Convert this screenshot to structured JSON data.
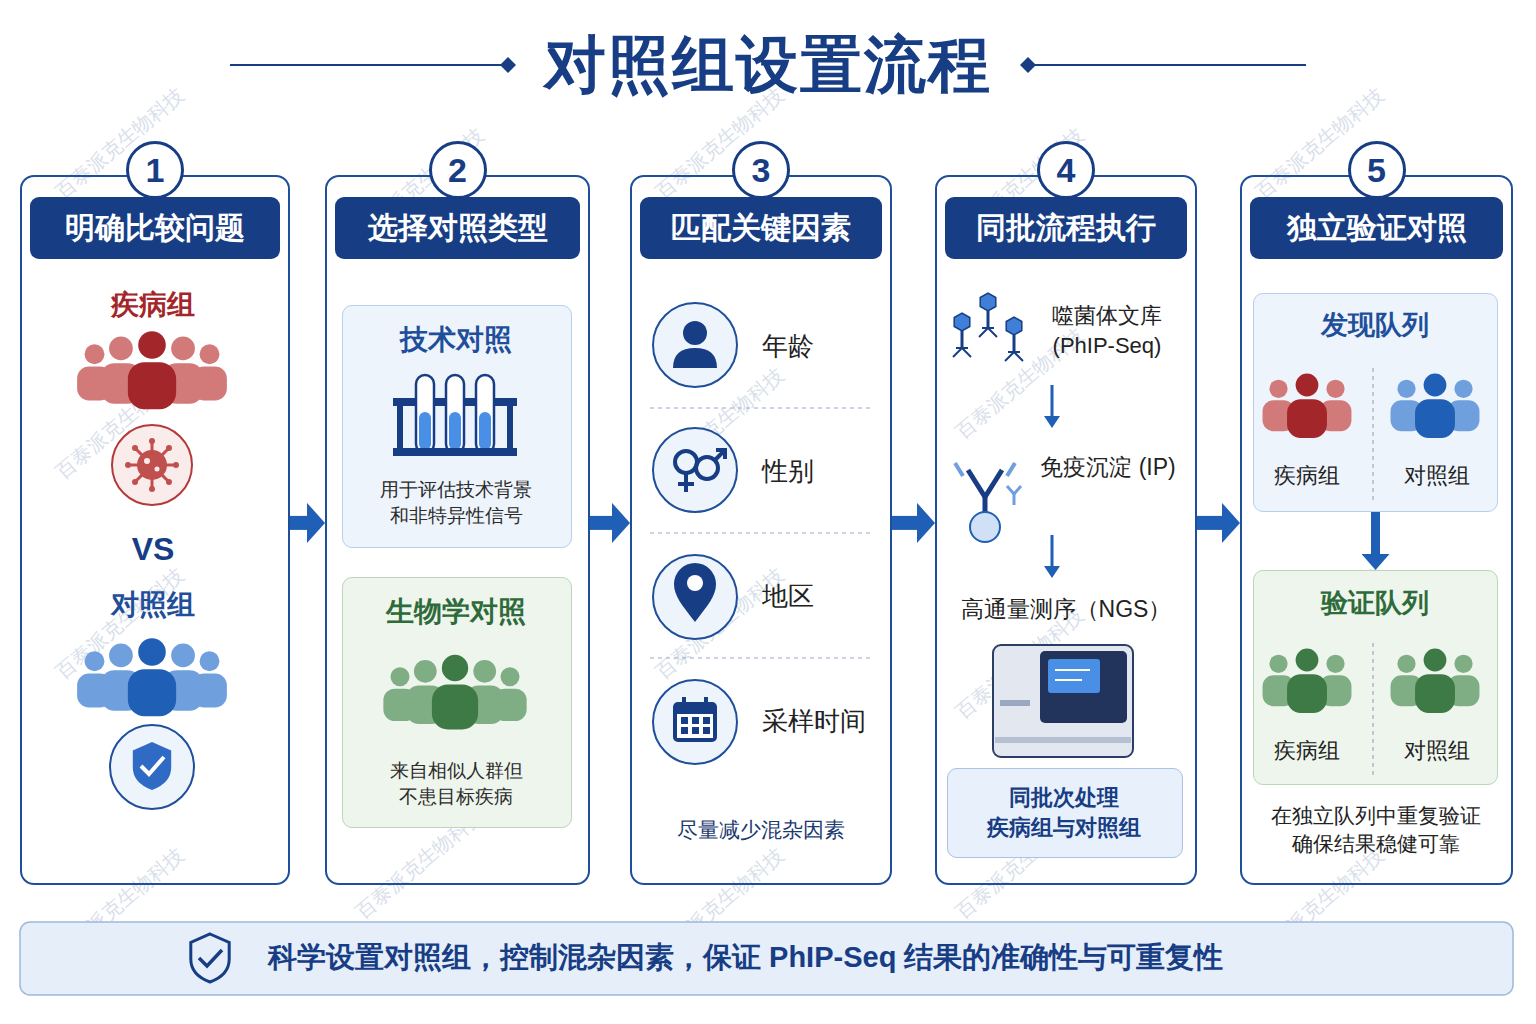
{
  "diagram": {
    "title": "对照组设置流程",
    "caption": "科学设置对照组，控制混杂因素，保证 PhIP-Seq 结果的准确性与可重复性",
    "nodes": [
      {
        "text": [
          "明确比较问题",
          "疾病组",
          "VS",
          "对照组"
        ]
      },
      {
        "text": [
          "1"
        ],
        "in": 0
      },
      {
        "text": [
          "选择对照类型"
        ]
      },
      {
        "text": [
          "2"
        ],
        "in": 2
      },
      {
        "text": [
          "技术对照",
          "用于评估技术背景 和非特异性信号"
        ],
        "in": 2
      },
      {
        "text": [
          "生物学对照",
          "来自相似人群但 不患目标疾病"
        ],
        "in": 2
      },
      {
        "text": [
          "匹配关键因素",
          "年龄",
          "性别",
          "地区",
          "采样时间",
          "尽量减少混杂因素"
        ]
      },
      {
        "text": [
          "3"
        ],
        "in": 6
      },
      {
        "text": [
          "同批流程执行",
          "噬菌体文库 (PhIP-Seq)",
          "免疫沉淀 (IP)",
          "高通量测序（NGS）"
        ]
      },
      {
        "text": [
          "4"
        ],
        "in": 8
      },
      {
        "text": [
          "同批次处理 疾病组与对照组"
        ],
        "in": 8
      },
      {
        "text": [
          "独立验证对照",
          "在独立队列中重复验证 确保结果稳健可靠"
        ]
      },
      {
        "text": [
          "5"
        ],
        "in": 11
      },
      {
        "text": [
          "发现队列",
          "疾病组",
          "对照组"
        ],
        "in": 11
      },
      {
        "text": [
          "验证队列",
          "疾病组",
          "对照组"
        ],
        "in": 11
      }
    ],
    "edges": [
      {
        "from": 0,
        "to": 2,
        "arrow": "to"
      },
      {
        "from": 2,
        "to": 6,
        "arrow": "to"
      },
      {
        "from": 6,
        "to": 8,
        "arrow": "to"
      },
      {
        "from": 8,
        "to": 11,
        "arrow": "to"
      },
      {
        "from": 13,
        "to": 14,
        "arrow": "to"
      }
    ],
    "labels": [
      "百泰派克生物科技",
      "百泰派克生物科技",
      "百泰派克生物科技",
      "百泰派克生物科技",
      "百泰派克生物科技",
      "百泰派克生物科技",
      "百泰派克生物科技",
      "百泰派克生物科技",
      "百泰派克生物科技",
      "百泰派克生物科技",
      "百泰派克生物科技",
      "百泰派克生物科技",
      "百泰派克生物科技",
      "百泰派克生物科技",
      "百泰派克生物科技",
      "百泰派克生物科技",
      "百泰派克生物科技",
      "百泰派克生物科技",
      "百泰派克生物科技",
      "百泰派克生物科技"
    ]
  }
}
